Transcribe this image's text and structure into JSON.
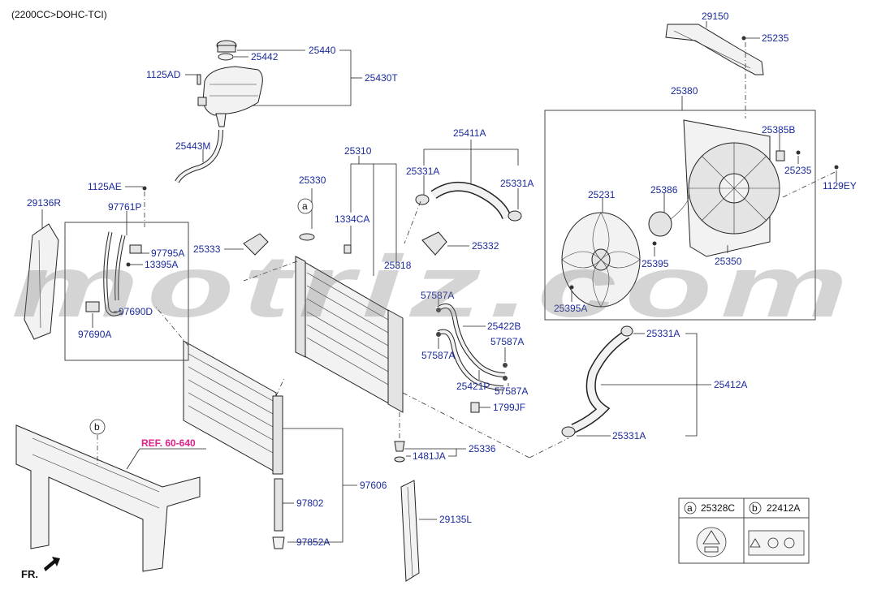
{
  "header": {
    "engine": "(2200CC>DOHC-TCI)"
  },
  "watermark": "motriz.com",
  "ref_label": "REF. 60-640",
  "fr_label": "FR.",
  "legend": {
    "a": {
      "letter": "a",
      "part": "25328C"
    },
    "b": {
      "letter": "b",
      "part": "22412A"
    }
  },
  "callouts": {
    "a": "a",
    "b": "b"
  },
  "parts": {
    "p29150": "29150",
    "p25235_top": "25235",
    "p25440": "25440",
    "p25442": "25442",
    "p25430T": "25430T",
    "p1125AD": "1125AD",
    "p25443M": "25443M",
    "p1125AE": "1125AE",
    "p29136R": "29136R",
    "p97761P": "97761P",
    "p97795A": "97795A",
    "p13395A": "13395A",
    "p97690D": "97690D",
    "p97690A": "97690A",
    "p25310": "25310",
    "p25330": "25330",
    "p1334CA": "1334CA",
    "p25333": "25333",
    "p25318": "25318",
    "p25411A": "25411A",
    "p25331A_1": "25331A",
    "p25331A_2": "25331A",
    "p25332": "25332",
    "p25380": "25380",
    "p25385B": "25385B",
    "p25235_mid": "25235",
    "p1129EY": "1129EY",
    "p25231": "25231",
    "p25386": "25386",
    "p25395": "25395",
    "p25350": "25350",
    "p25395A": "25395A",
    "p57587A_1": "57587A",
    "p25422B": "25422B",
    "p57587A_2": "57587A",
    "p57587A_3": "57587A",
    "p25421P": "25421P",
    "p57587A_4": "57587A",
    "p1799JF": "1799JF",
    "p25331A_3": "25331A",
    "p25412A": "25412A",
    "p25331A_4": "25331A",
    "p25336": "25336",
    "p1481JA": "1481JA",
    "p97606": "97606",
    "p97802": "97802",
    "p97852A": "97852A",
    "p29135L": "29135L"
  }
}
